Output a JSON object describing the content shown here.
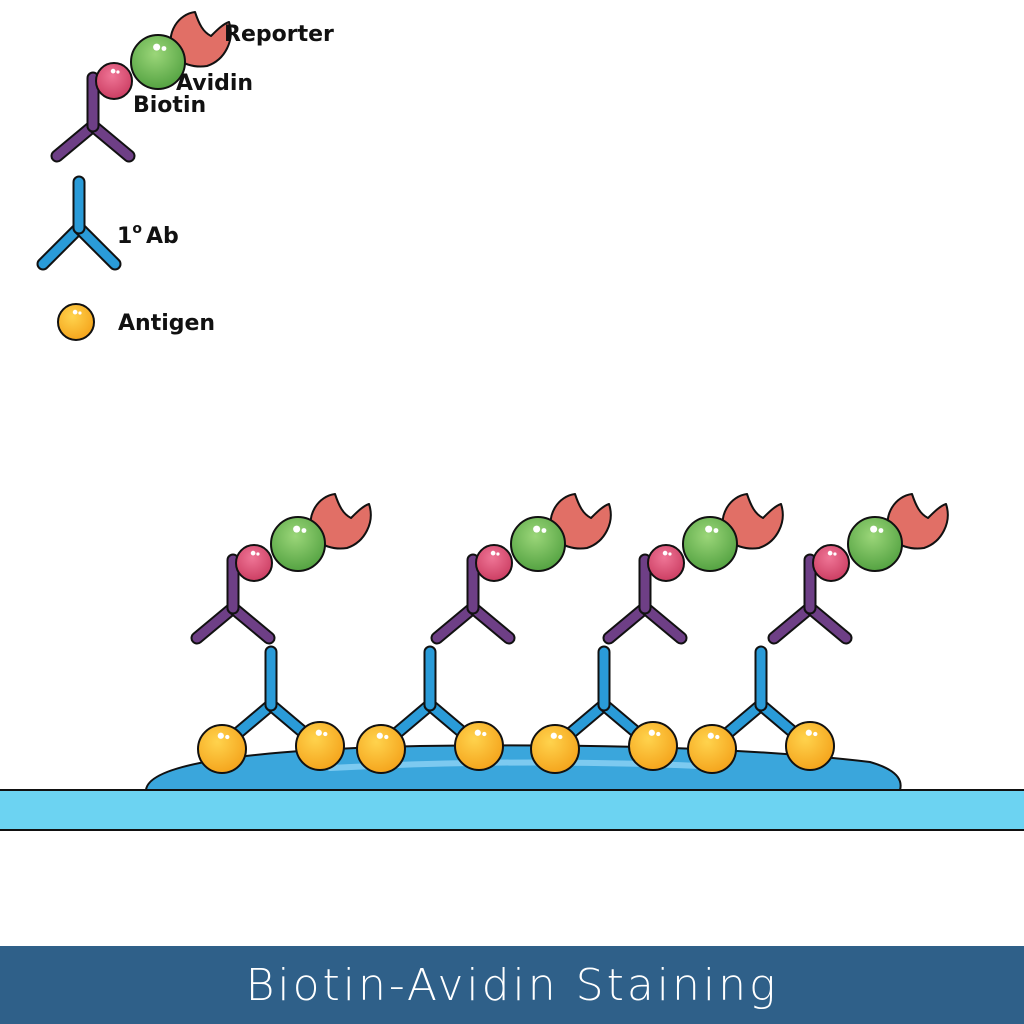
{
  "legend": {
    "reporter": "Reporter",
    "avidin": "Avidin",
    "biotin": "Biotin",
    "primary_ab_number": "1",
    "primary_ab_superscript": "o",
    "primary_ab_suffix": "Ab",
    "antigen": "Antigen"
  },
  "footer": {
    "title": "Biotin-Avidin Staining"
  },
  "diagram": {
    "complex_count": 4,
    "antigen_count": 8
  },
  "colors": {
    "secondary_antibody": "#6e3f86",
    "primary_antibody": "#2a9bd8",
    "biotin": "#d7446a",
    "avidin": "#5fb04a",
    "reporter": "#e16f66",
    "antigen": "#f7a91c",
    "slide": "#6cd3f2",
    "sample": "#3aa6dc",
    "footer": "#2f6089"
  }
}
